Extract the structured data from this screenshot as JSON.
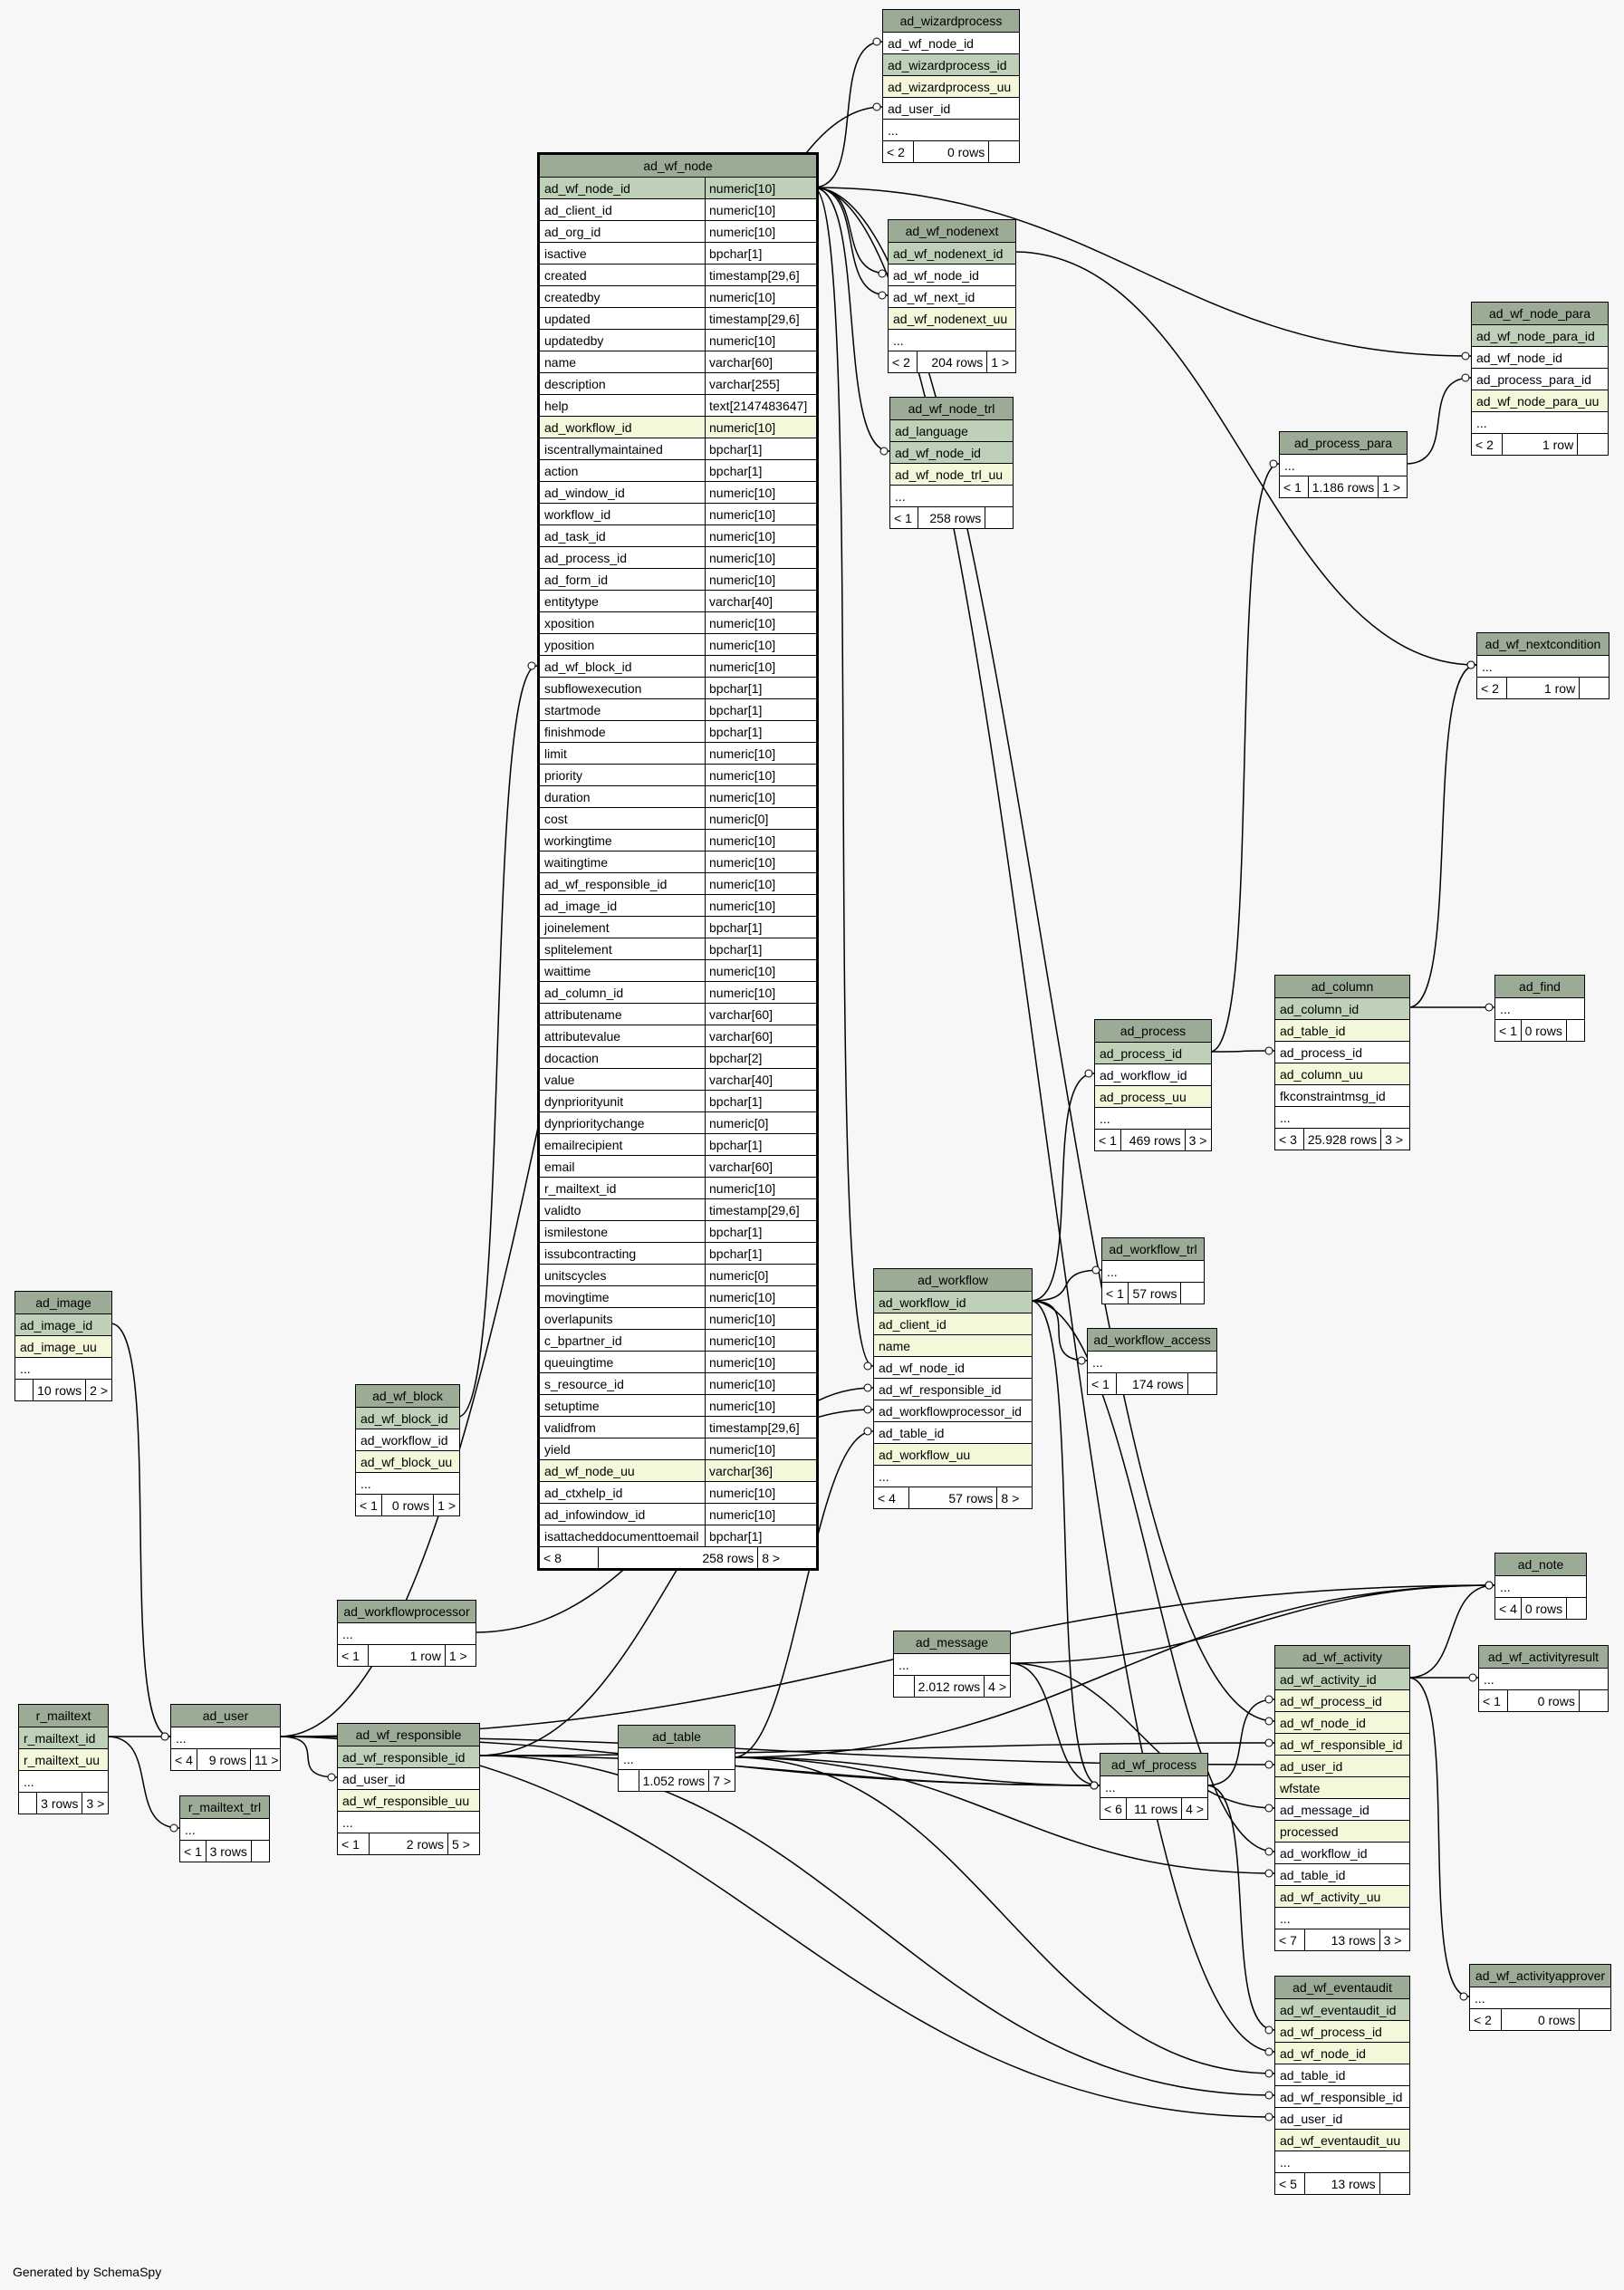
{
  "footer": "Generated by SchemaSpy",
  "colors": {
    "header": "#9bab96",
    "primary_key": "#bed1b8",
    "unique": "#f4f7da",
    "background": "#f7f7f7"
  },
  "main": {
    "name": "ad_wf_node",
    "columns": [
      [
        "ad_wf_node_id",
        "numeric[10]",
        "pk"
      ],
      [
        "ad_client_id",
        "numeric[10]",
        ""
      ],
      [
        "ad_org_id",
        "numeric[10]",
        ""
      ],
      [
        "isactive",
        "bpchar[1]",
        ""
      ],
      [
        "created",
        "timestamp[29,6]",
        ""
      ],
      [
        "createdby",
        "numeric[10]",
        ""
      ],
      [
        "updated",
        "timestamp[29,6]",
        ""
      ],
      [
        "updatedby",
        "numeric[10]",
        ""
      ],
      [
        "name",
        "varchar[60]",
        ""
      ],
      [
        "description",
        "varchar[255]",
        ""
      ],
      [
        "help",
        "text[2147483647]",
        ""
      ],
      [
        "ad_workflow_id",
        "numeric[10]",
        "uq"
      ],
      [
        "iscentrallymaintained",
        "bpchar[1]",
        ""
      ],
      [
        "action",
        "bpchar[1]",
        ""
      ],
      [
        "ad_window_id",
        "numeric[10]",
        ""
      ],
      [
        "workflow_id",
        "numeric[10]",
        ""
      ],
      [
        "ad_task_id",
        "numeric[10]",
        ""
      ],
      [
        "ad_process_id",
        "numeric[10]",
        ""
      ],
      [
        "ad_form_id",
        "numeric[10]",
        ""
      ],
      [
        "entitytype",
        "varchar[40]",
        ""
      ],
      [
        "xposition",
        "numeric[10]",
        ""
      ],
      [
        "yposition",
        "numeric[10]",
        ""
      ],
      [
        "ad_wf_block_id",
        "numeric[10]",
        ""
      ],
      [
        "subflowexecution",
        "bpchar[1]",
        ""
      ],
      [
        "startmode",
        "bpchar[1]",
        ""
      ],
      [
        "finishmode",
        "bpchar[1]",
        ""
      ],
      [
        "limit",
        "numeric[10]",
        ""
      ],
      [
        "priority",
        "numeric[10]",
        ""
      ],
      [
        "duration",
        "numeric[10]",
        ""
      ],
      [
        "cost",
        "numeric[0]",
        ""
      ],
      [
        "workingtime",
        "numeric[10]",
        ""
      ],
      [
        "waitingtime",
        "numeric[10]",
        ""
      ],
      [
        "ad_wf_responsible_id",
        "numeric[10]",
        ""
      ],
      [
        "ad_image_id",
        "numeric[10]",
        ""
      ],
      [
        "joinelement",
        "bpchar[1]",
        ""
      ],
      [
        "splitelement",
        "bpchar[1]",
        ""
      ],
      [
        "waittime",
        "numeric[10]",
        ""
      ],
      [
        "ad_column_id",
        "numeric[10]",
        ""
      ],
      [
        "attributename",
        "varchar[60]",
        ""
      ],
      [
        "attributevalue",
        "varchar[60]",
        ""
      ],
      [
        "docaction",
        "bpchar[2]",
        ""
      ],
      [
        "value",
        "varchar[40]",
        ""
      ],
      [
        "dynpriorityunit",
        "bpchar[1]",
        ""
      ],
      [
        "dynprioritychange",
        "numeric[0]",
        ""
      ],
      [
        "emailrecipient",
        "bpchar[1]",
        ""
      ],
      [
        "email",
        "varchar[60]",
        ""
      ],
      [
        "r_mailtext_id",
        "numeric[10]",
        ""
      ],
      [
        "validto",
        "timestamp[29,6]",
        ""
      ],
      [
        "ismilestone",
        "bpchar[1]",
        ""
      ],
      [
        "issubcontracting",
        "bpchar[1]",
        ""
      ],
      [
        "unitscycles",
        "numeric[0]",
        ""
      ],
      [
        "movingtime",
        "numeric[10]",
        ""
      ],
      [
        "overlapunits",
        "numeric[10]",
        ""
      ],
      [
        "c_bpartner_id",
        "numeric[10]",
        ""
      ],
      [
        "queuingtime",
        "numeric[10]",
        ""
      ],
      [
        "s_resource_id",
        "numeric[10]",
        ""
      ],
      [
        "setuptime",
        "numeric[10]",
        ""
      ],
      [
        "validfrom",
        "timestamp[29,6]",
        ""
      ],
      [
        "yield",
        "numeric[10]",
        ""
      ],
      [
        "ad_wf_node_uu",
        "varchar[36]",
        "uq"
      ],
      [
        "ad_ctxhelp_id",
        "numeric[10]",
        ""
      ],
      [
        "ad_infowindow_id",
        "numeric[10]",
        ""
      ],
      [
        "isattacheddocumenttoemail",
        "bpchar[1]",
        ""
      ]
    ],
    "footer": [
      "< 8",
      "258 rows",
      "8 >"
    ]
  },
  "tables": [
    {
      "name": "ad_wizardprocess",
      "rows": [
        [
          "ad_wf_node_id",
          ""
        ],
        [
          "ad_wizardprocess_id",
          "pk"
        ],
        [
          "ad_wizardprocess_uu",
          "uq"
        ],
        [
          "ad_user_id",
          ""
        ],
        [
          "...",
          ""
        ]
      ],
      "footer": [
        "< 2",
        "0 rows",
        ""
      ]
    },
    {
      "name": "ad_wf_nodenext",
      "rows": [
        [
          "ad_wf_nodenext_id",
          "pk"
        ],
        [
          "ad_wf_node_id",
          ""
        ],
        [
          "ad_wf_next_id",
          ""
        ],
        [
          "ad_wf_nodenext_uu",
          "uq"
        ],
        [
          "...",
          ""
        ]
      ],
      "footer": [
        "< 2",
        "204 rows",
        "1 >"
      ]
    },
    {
      "name": "ad_wf_node_trl",
      "rows": [
        [
          "ad_language",
          "pk"
        ],
        [
          "ad_wf_node_id",
          "pk"
        ],
        [
          "ad_wf_node_trl_uu",
          "uq"
        ],
        [
          "...",
          ""
        ]
      ],
      "footer": [
        "< 1",
        "258 rows",
        ""
      ]
    },
    {
      "name": "ad_wf_node_para",
      "rows": [
        [
          "ad_wf_node_para_id",
          "pk"
        ],
        [
          "ad_wf_node_id",
          ""
        ],
        [
          "ad_process_para_id",
          ""
        ],
        [
          "ad_wf_node_para_uu",
          "uq"
        ],
        [
          "...",
          ""
        ]
      ],
      "footer": [
        "< 2",
        "1 row",
        ""
      ]
    },
    {
      "name": "ad_process_para",
      "rows": [
        [
          "...",
          ""
        ]
      ],
      "footer": [
        "< 1",
        "1.186 rows",
        "1 >"
      ]
    },
    {
      "name": "ad_wf_nextcondition",
      "rows": [
        [
          "...",
          ""
        ]
      ],
      "footer": [
        "< 2",
        "1 row",
        ""
      ]
    },
    {
      "name": "ad_column",
      "rows": [
        [
          "ad_column_id",
          "pk"
        ],
        [
          "ad_table_id",
          "uq"
        ],
        [
          "ad_process_id",
          ""
        ],
        [
          "ad_column_uu",
          "uq"
        ],
        [
          "fkconstraintmsg_id",
          ""
        ],
        [
          "...",
          ""
        ]
      ],
      "footer": [
        "< 3",
        "25.928 rows",
        "3 >"
      ]
    },
    {
      "name": "ad_find",
      "rows": [
        [
          "...",
          ""
        ]
      ],
      "footer": [
        "< 1",
        "0 rows",
        ""
      ]
    },
    {
      "name": "ad_process",
      "rows": [
        [
          "ad_process_id",
          "pk"
        ],
        [
          "ad_workflow_id",
          ""
        ],
        [
          "ad_process_uu",
          "uq"
        ],
        [
          "...",
          ""
        ]
      ],
      "footer": [
        "< 1",
        "469 rows",
        "3 >"
      ]
    },
    {
      "name": "ad_workflow_trl",
      "rows": [
        [
          "...",
          ""
        ]
      ],
      "footer": [
        "< 1",
        "57 rows",
        ""
      ]
    },
    {
      "name": "ad_workflow_access",
      "rows": [
        [
          "...",
          ""
        ]
      ],
      "footer": [
        "< 1",
        "174 rows",
        ""
      ]
    },
    {
      "name": "ad_workflow",
      "rows": [
        [
          "ad_workflow_id",
          "pk"
        ],
        [
          "ad_client_id",
          "uq"
        ],
        [
          "name",
          "uq"
        ],
        [
          "ad_wf_node_id",
          ""
        ],
        [
          "ad_wf_responsible_id",
          ""
        ],
        [
          "ad_workflowprocessor_id",
          ""
        ],
        [
          "ad_table_id",
          ""
        ],
        [
          "ad_workflow_uu",
          "uq"
        ],
        [
          "...",
          ""
        ]
      ],
      "footer": [
        "< 4",
        "57 rows",
        "8 >"
      ]
    },
    {
      "name": "ad_image",
      "rows": [
        [
          "ad_image_id",
          "pk"
        ],
        [
          "ad_image_uu",
          "uq"
        ],
        [
          "...",
          ""
        ]
      ],
      "footer": [
        "",
        "10 rows",
        "2 >"
      ]
    },
    {
      "name": "ad_wf_block",
      "rows": [
        [
          "ad_wf_block_id",
          "pk"
        ],
        [
          "ad_workflow_id",
          ""
        ],
        [
          "ad_wf_block_uu",
          "uq"
        ],
        [
          "...",
          ""
        ]
      ],
      "footer": [
        "< 1",
        "0 rows",
        "1 >"
      ]
    },
    {
      "name": "ad_workflowprocessor",
      "rows": [
        [
          "...",
          ""
        ]
      ],
      "footer": [
        "< 1",
        "1 row",
        "1 >"
      ]
    },
    {
      "name": "r_mailtext",
      "rows": [
        [
          "r_mailtext_id",
          "pk"
        ],
        [
          "r_mailtext_uu",
          "uq"
        ],
        [
          "...",
          ""
        ]
      ],
      "footer": [
        "",
        "3 rows",
        "3 >"
      ]
    },
    {
      "name": "ad_user",
      "rows": [
        [
          "...",
          ""
        ]
      ],
      "footer": [
        "< 4",
        "9 rows",
        "11 >"
      ]
    },
    {
      "name": "r_mailtext_trl",
      "rows": [
        [
          "...",
          ""
        ]
      ],
      "footer": [
        "< 1",
        "3 rows",
        ""
      ]
    },
    {
      "name": "ad_wf_responsible",
      "rows": [
        [
          "ad_wf_responsible_id",
          "pk"
        ],
        [
          "ad_user_id",
          ""
        ],
        [
          "ad_wf_responsible_uu",
          "uq"
        ],
        [
          "...",
          ""
        ]
      ],
      "footer": [
        "< 1",
        "2 rows",
        "5 >"
      ]
    },
    {
      "name": "ad_table",
      "rows": [
        [
          "...",
          ""
        ]
      ],
      "footer": [
        "",
        "1.052 rows",
        "7 >"
      ]
    },
    {
      "name": "ad_message",
      "rows": [
        [
          "...",
          ""
        ]
      ],
      "footer": [
        "",
        "2.012 rows",
        "4 >"
      ]
    },
    {
      "name": "ad_wf_process",
      "rows": [
        [
          "...",
          ""
        ]
      ],
      "footer": [
        "< 6",
        "11 rows",
        "4 >"
      ]
    },
    {
      "name": "ad_note",
      "rows": [
        [
          "...",
          ""
        ]
      ],
      "footer": [
        "< 4",
        "0 rows",
        ""
      ]
    },
    {
      "name": "ad_wf_activity",
      "rows": [
        [
          "ad_wf_activity_id",
          "pk"
        ],
        [
          "ad_wf_process_id",
          "uq"
        ],
        [
          "ad_wf_node_id",
          "uq"
        ],
        [
          "ad_wf_responsible_id",
          "uq"
        ],
        [
          "ad_user_id",
          "uq"
        ],
        [
          "wfstate",
          "uq"
        ],
        [
          "ad_message_id",
          ""
        ],
        [
          "processed",
          "uq"
        ],
        [
          "ad_workflow_id",
          ""
        ],
        [
          "ad_table_id",
          ""
        ],
        [
          "ad_wf_activity_uu",
          "uq"
        ],
        [
          "...",
          ""
        ]
      ],
      "footer": [
        "< 7",
        "13 rows",
        "3 >"
      ]
    },
    {
      "name": "ad_wf_activityresult",
      "rows": [
        [
          "...",
          ""
        ]
      ],
      "footer": [
        "< 1",
        "0 rows",
        ""
      ]
    },
    {
      "name": "ad_wf_activityapprover",
      "rows": [
        [
          "...",
          ""
        ]
      ],
      "footer": [
        "< 2",
        "0 rows",
        ""
      ]
    },
    {
      "name": "ad_wf_eventaudit",
      "rows": [
        [
          "ad_wf_eventaudit_id",
          "pk"
        ],
        [
          "ad_wf_process_id",
          "uq"
        ],
        [
          "ad_wf_node_id",
          "uq"
        ],
        [
          "ad_table_id",
          ""
        ],
        [
          "ad_wf_responsible_id",
          ""
        ],
        [
          "ad_user_id",
          ""
        ],
        [
          "ad_wf_eventaudit_uu",
          "uq"
        ],
        [
          "...",
          ""
        ]
      ],
      "footer": [
        "< 5",
        "13 rows",
        ""
      ]
    }
  ]
}
